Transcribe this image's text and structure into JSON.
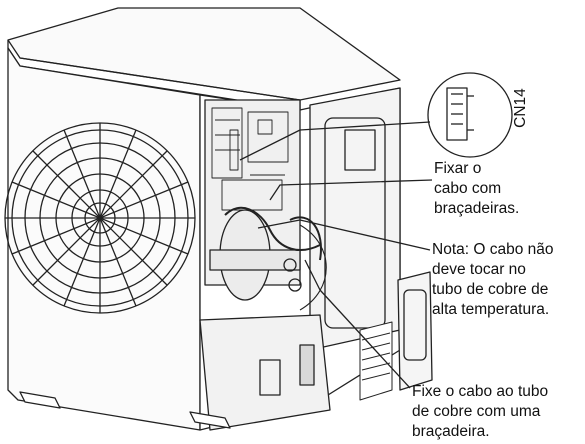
{
  "connector": {
    "name": "CN14"
  },
  "callouts": {
    "fixar": [
      "Fixar o",
      "cabo com",
      "braçadeiras."
    ],
    "nota": [
      "Nota: O cabo não",
      "deve tocar no",
      "tubo de cobre de",
      "alta temperatura."
    ],
    "fixe": [
      "Fixe o cabo ao tubo",
      "de cobre com uma",
      "braçadeira."
    ]
  },
  "colors": {
    "line": "#222222",
    "panel": "#f4f4f4",
    "background": "#ffffff"
  }
}
